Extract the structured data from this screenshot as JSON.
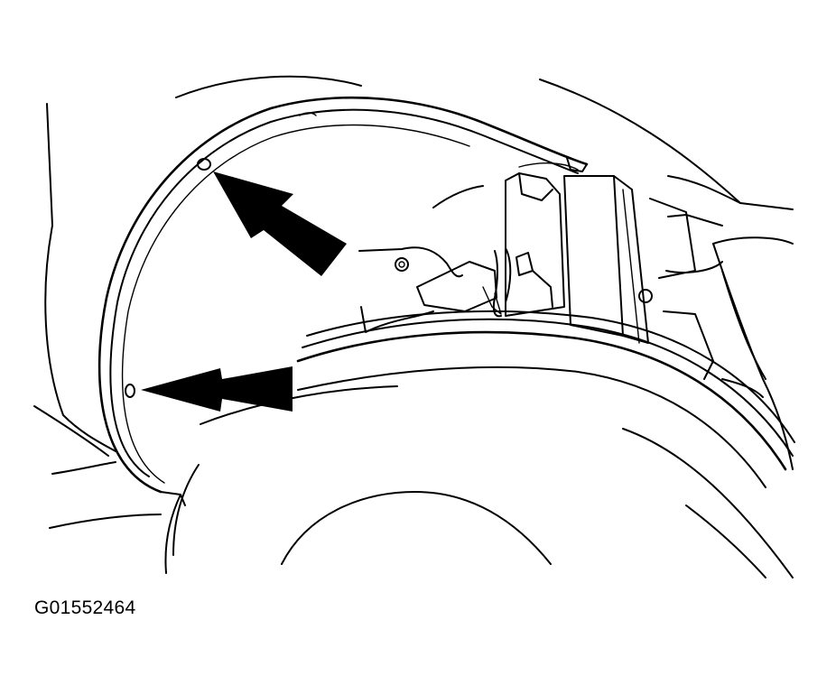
{
  "figure": {
    "code": "G01552464"
  },
  "colors": {
    "line": "#000000",
    "background": "#ffffff"
  },
  "callouts": [
    {
      "name": "arrow-upper-fastener",
      "icon": "arrow-icon"
    },
    {
      "name": "arrow-lower-fastener",
      "icon": "arrow-icon"
    }
  ]
}
